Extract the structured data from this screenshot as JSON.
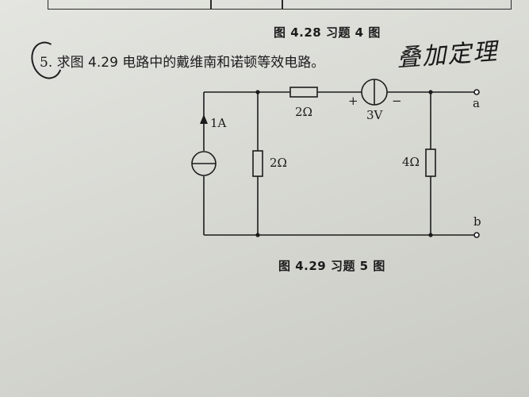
{
  "previous_figure": {
    "caption": "图 4.28    习题 4 图"
  },
  "problem": {
    "number": "5.",
    "text": "求图 4.29 电路中的戴维南和诺顿等效电路。"
  },
  "annotation": {
    "handwritten": "叠加定理"
  },
  "circuit": {
    "current_source_label": "1A",
    "left_resistor_label": "2Ω",
    "top_resistor_label": "2Ω",
    "voltage_source_label": "3V",
    "plus_sign": "+",
    "minus_sign": "−",
    "right_resistor_label": "4Ω",
    "terminal_a": "a",
    "terminal_b": "b"
  },
  "figure": {
    "caption": "图 4.29    习题 5 图"
  }
}
